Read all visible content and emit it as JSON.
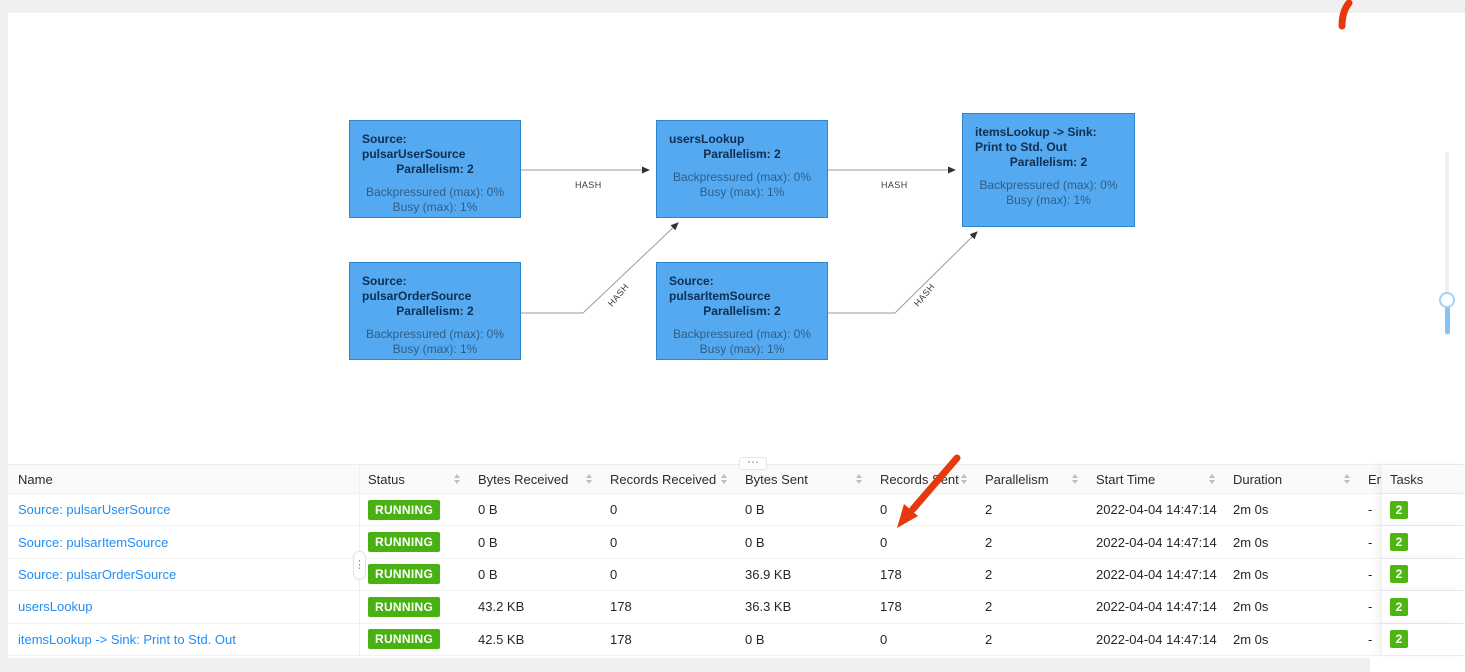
{
  "graph": {
    "nodes": [
      {
        "title": "Source: pulsarUserSource",
        "parallelism": "Parallelism: 2",
        "backpressured": "Backpressured (max): 0%",
        "busy": "Busy (max): 1%"
      },
      {
        "title": "usersLookup",
        "parallelism": "Parallelism: 2",
        "backpressured": "Backpressured (max): 0%",
        "busy": "Busy (max): 1%"
      },
      {
        "title": "itemsLookup -> Sink: Print to Std. Out",
        "parallelism": "Parallelism: 2",
        "backpressured": "Backpressured (max): 0%",
        "busy": "Busy (max): 1%"
      },
      {
        "title": "Source: pulsarOrderSource",
        "parallelism": "Parallelism: 2",
        "backpressured": "Backpressured (max): 0%",
        "busy": "Busy (max): 1%"
      },
      {
        "title": "Source: pulsarItemSource",
        "parallelism": "Parallelism: 2",
        "backpressured": "Backpressured (max): 0%",
        "busy": "Busy (max): 1%"
      }
    ],
    "edges": [
      {
        "from": "Source: pulsarUserSource",
        "to": "usersLookup",
        "label": "HASH"
      },
      {
        "from": "usersLookup",
        "to": "itemsLookup -> Sink: Print to Std. Out",
        "label": "HASH"
      },
      {
        "from": "Source: pulsarOrderSource",
        "to": "usersLookup",
        "label": "HASH"
      },
      {
        "from": "Source: pulsarItemSource",
        "to": "itemsLookup -> Sink: Print to Std. Out",
        "label": "HASH"
      }
    ]
  },
  "table": {
    "columns": [
      {
        "label": "Name",
        "sortable": false
      },
      {
        "label": "Status",
        "sortable": true
      },
      {
        "label": "Bytes Received",
        "sortable": true
      },
      {
        "label": "Records Received",
        "sortable": true
      },
      {
        "label": "Bytes Sent",
        "sortable": true
      },
      {
        "label": "Records Sent",
        "sortable": true
      },
      {
        "label": "Parallelism",
        "sortable": true
      },
      {
        "label": "Start Time",
        "sortable": true
      },
      {
        "label": "Duration",
        "sortable": true
      },
      {
        "label": "End Time",
        "sortable": true
      },
      {
        "label": "Tasks",
        "sortable": false
      }
    ],
    "rows": [
      {
        "name": "Source: pulsarUserSource",
        "status": "RUNNING",
        "bytes_received": "0 B",
        "records_received": "0",
        "bytes_sent": "0 B",
        "records_sent": "0",
        "parallelism": "2",
        "start_time": "2022-04-04 14:47:14",
        "duration": "2m 0s",
        "end_time": "-",
        "tasks": "2"
      },
      {
        "name": "Source: pulsarItemSource",
        "status": "RUNNING",
        "bytes_received": "0 B",
        "records_received": "0",
        "bytes_sent": "0 B",
        "records_sent": "0",
        "parallelism": "2",
        "start_time": "2022-04-04 14:47:14",
        "duration": "2m 0s",
        "end_time": "-",
        "tasks": "2"
      },
      {
        "name": "Source: pulsarOrderSource",
        "status": "RUNNING",
        "bytes_received": "0 B",
        "records_received": "0",
        "bytes_sent": "36.9 KB",
        "records_sent": "178",
        "parallelism": "2",
        "start_time": "2022-04-04 14:47:14",
        "duration": "2m 0s",
        "end_time": "-",
        "tasks": "2"
      },
      {
        "name": "usersLookup",
        "status": "RUNNING",
        "bytes_received": "43.2 KB",
        "records_received": "178",
        "bytes_sent": "36.3 KB",
        "records_sent": "178",
        "parallelism": "2",
        "start_time": "2022-04-04 14:47:14",
        "duration": "2m 0s",
        "end_time": "-",
        "tasks": "2"
      },
      {
        "name": "itemsLookup -> Sink: Print to Std. Out",
        "status": "RUNNING",
        "bytes_received": "42.5 KB",
        "records_received": "178",
        "bytes_sent": "0 B",
        "records_sent": "0",
        "parallelism": "2",
        "start_time": "2022-04-04 14:47:14",
        "duration": "2m 0s",
        "end_time": "-",
        "tasks": "2"
      }
    ]
  },
  "controls": {
    "pane_divider_handle": "⋯",
    "column_resize_handle": "⋮"
  },
  "colors": {
    "node_fill": "#54a9f1",
    "node_border": "#2e86cf",
    "running_green": "#49b112",
    "task_badge_green": "#4eb611",
    "link_blue": "#1f8ef7",
    "annotation_red": "#e8380d",
    "header_bg": "#fafafa"
  }
}
